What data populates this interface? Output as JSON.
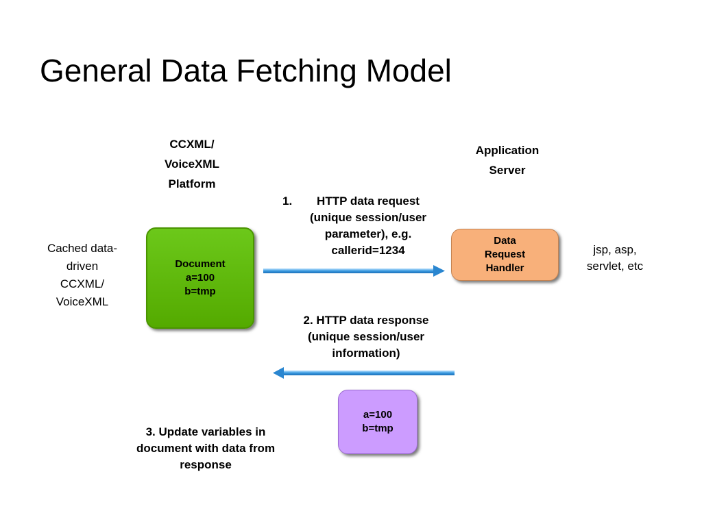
{
  "slide": {
    "title": "General Data Fetching Model"
  },
  "labels": {
    "platform": "CCXML/\nVoiceXML\nPlatform",
    "app_server": "Application\nServer",
    "cached": "Cached data-\ndriven\nCCXML/\nVoiceXML",
    "jsp": "jsp, asp,\nservlet, etc"
  },
  "boxes": {
    "document": "Document\na=100\nb=tmp",
    "handler": "Data\nRequest\nHandler",
    "response": "a=100\nb=tmp"
  },
  "steps": {
    "step1_number": "1.",
    "step1_text": "HTTP data request\n(unique session/user\nparameter), e.g.\ncallerid=1234",
    "step2": "2. HTTP data response\n(unique session/user\ninformation)",
    "step3": "3. Update variables in\ndocument with data from\nresponse"
  },
  "colors": {
    "document_box": "#5bb300",
    "handler_box": "#f8b07a",
    "response_box": "#cc9cff",
    "arrow": "#3a9be0"
  }
}
